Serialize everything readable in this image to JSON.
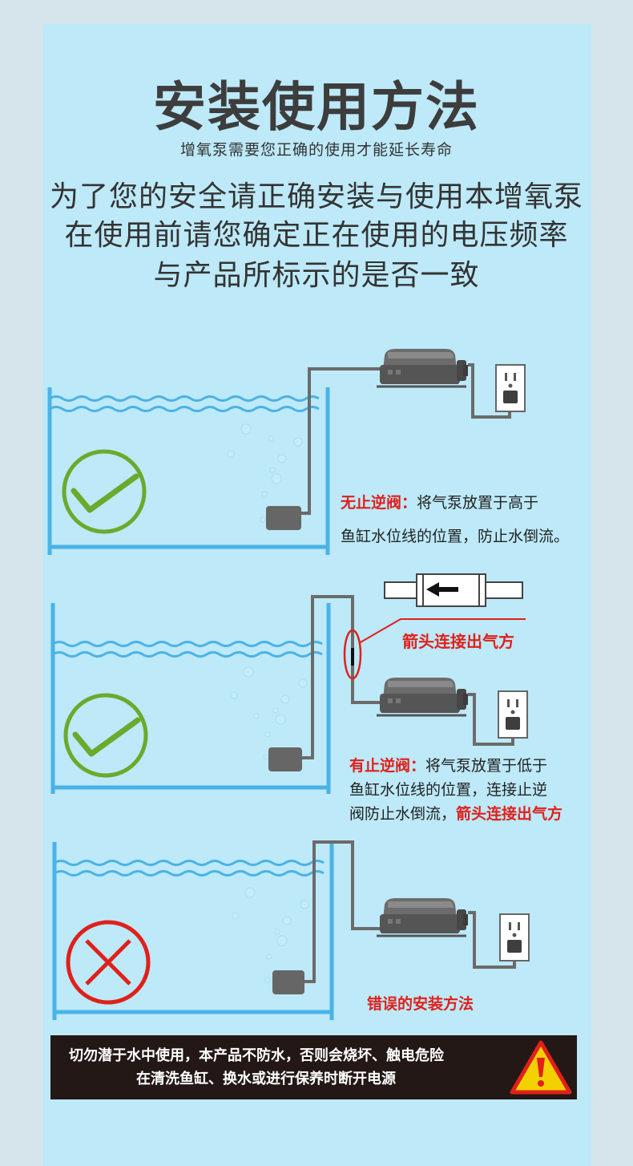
{
  "header": {
    "title": "安装使用方法",
    "subtitle": "增氧泵需要您正确的使用才能延长寿命"
  },
  "intro": {
    "line1": "为了您的安全请正确安装与使用本增氧泵",
    "line2": "在使用前请您确定正在使用的电压频率",
    "line3": "与产品所标示的是否一致"
  },
  "section1": {
    "label": "无止逆阀：",
    "text_a": "将气泵放置于高于",
    "text_b": "鱼缸水位线的位置，防止水倒流。",
    "status": "correct"
  },
  "section2": {
    "arrow_callout": "箭头连接出气方",
    "label": "有止逆阀：",
    "text_a": "将气泵放置于低于",
    "text_b": "鱼缸水位线的位置，连接止逆",
    "text_c": "阀防止水倒流，",
    "text_c_red": "箭头连接出气方",
    "status": "correct"
  },
  "section3": {
    "label": "错误的安装方法",
    "status": "wrong"
  },
  "warning": {
    "line1": "切勿潜于水中使用，本产品不防水，否则会烧坏、触电危险",
    "line2": "在清洗鱼缸、换水或进行保养时断开电源",
    "icon": "warning-triangle-icon"
  },
  "colors": {
    "panel": "#bde9f8",
    "tank": "#4ab3e6",
    "check": "#6aaa2c",
    "cross": "#e0201b",
    "hose": "#6b6b6b",
    "warning_bg": "#231815"
  }
}
